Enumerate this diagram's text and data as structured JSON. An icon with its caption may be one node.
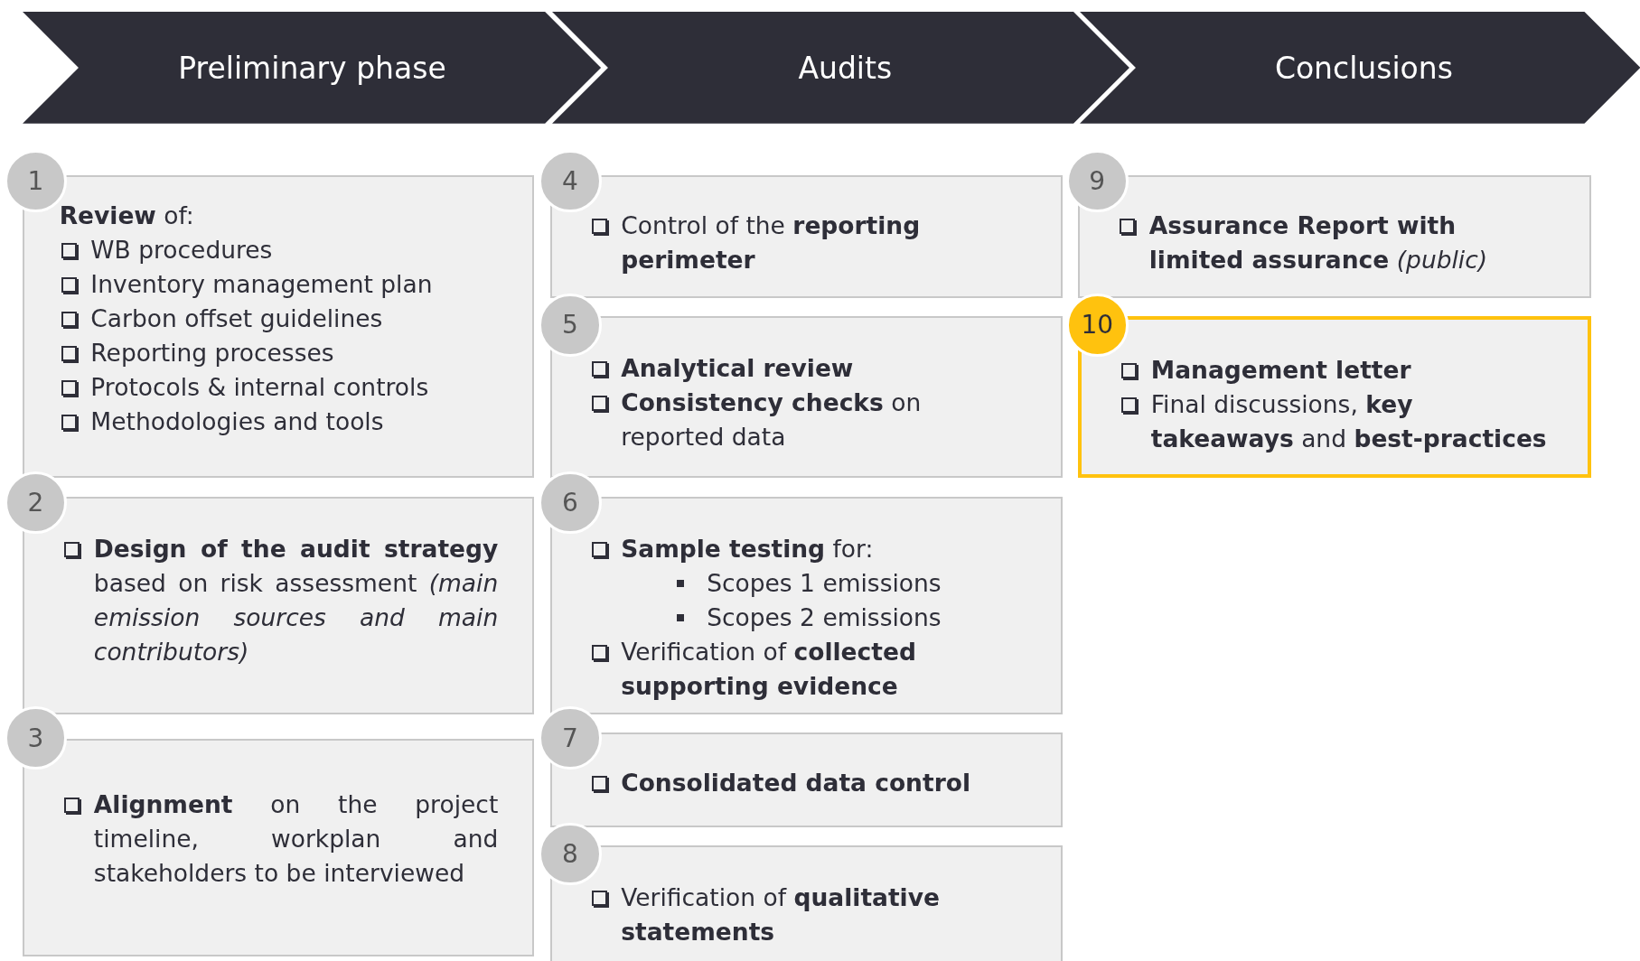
{
  "diagram": {
    "nodes": [
      {
        "text": [
          "Preliminary phase"
        ]
      },
      {
        "text": [
          "Audits"
        ]
      },
      {
        "text": [
          "Conclusions"
        ]
      },
      {
        "text": [
          "1"
        ]
      },
      {
        "text": [
          "**Review** of:",
          "WB procedures",
          "Inventory management plan",
          "Carbon offset guidelines",
          "Reporting processes",
          "Protocols & internal controls",
          "Methodologies and tools"
        ]
      },
      {
        "text": [
          "2"
        ]
      },
      {
        "text": [
          "**Design of the audit strategy** based on risk assessment *(main emission sources and main contributors)*"
        ]
      },
      {
        "text": [
          "3"
        ]
      },
      {
        "text": [
          "**Alignment** on the project timeline, workplan and stakeholders to be interviewed"
        ]
      },
      {
        "text": [
          "4"
        ]
      },
      {
        "text": [
          "Control of the **reporting perimeter**"
        ]
      },
      {
        "text": [
          "5"
        ]
      },
      {
        "text": [
          "**Analytical review**",
          "**Consistency checks** on reported data"
        ]
      },
      {
        "text": [
          "6"
        ]
      },
      {
        "text": [
          "**Sample testing** for:",
          "Scopes 1 emissions",
          "Scopes 2 emissions",
          "Verification of **collected supporting evidence**"
        ]
      },
      {
        "text": [
          "7"
        ]
      },
      {
        "text": [
          "**Consolidated data control**"
        ]
      },
      {
        "text": [
          "8"
        ]
      },
      {
        "text": [
          "Verification of **qualitative statements**"
        ]
      },
      {
        "text": [
          "9"
        ]
      },
      {
        "text": [
          "**Assurance Report with limited assurance** *(public)*"
        ]
      },
      {
        "text": [
          "10"
        ]
      },
      {
        "text": [
          "**Management letter**",
          "Final discussions, **key takeaways** and **best-practices**"
        ]
      }
    ]
  }
}
